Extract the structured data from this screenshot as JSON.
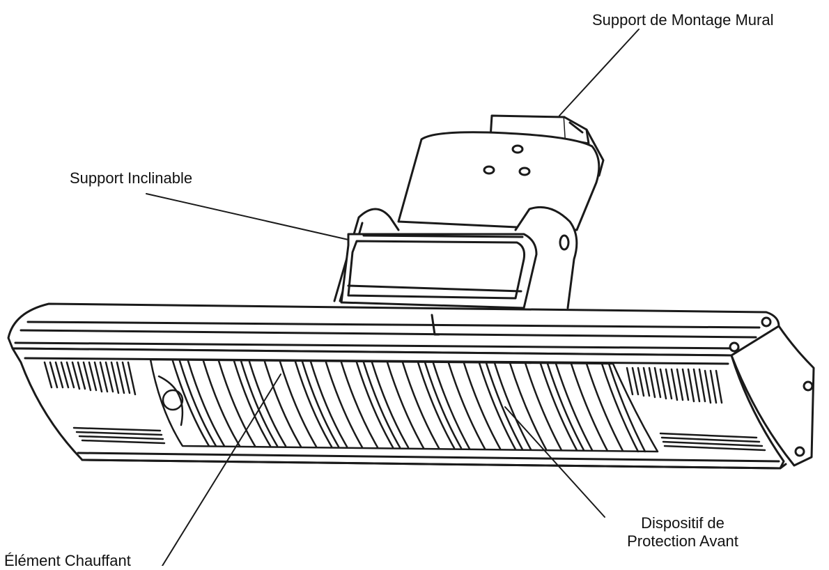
{
  "labels": {
    "wall_bracket": "Support de Montage Mural",
    "tilt_bracket": "Support Inclinable",
    "front_guard_line1": "Dispositif de",
    "front_guard_line2": "Protection Avant",
    "heating_element": "Élément Chauffant"
  },
  "colors": {
    "line": "#1a1a1a",
    "fill": "#ffffff"
  }
}
